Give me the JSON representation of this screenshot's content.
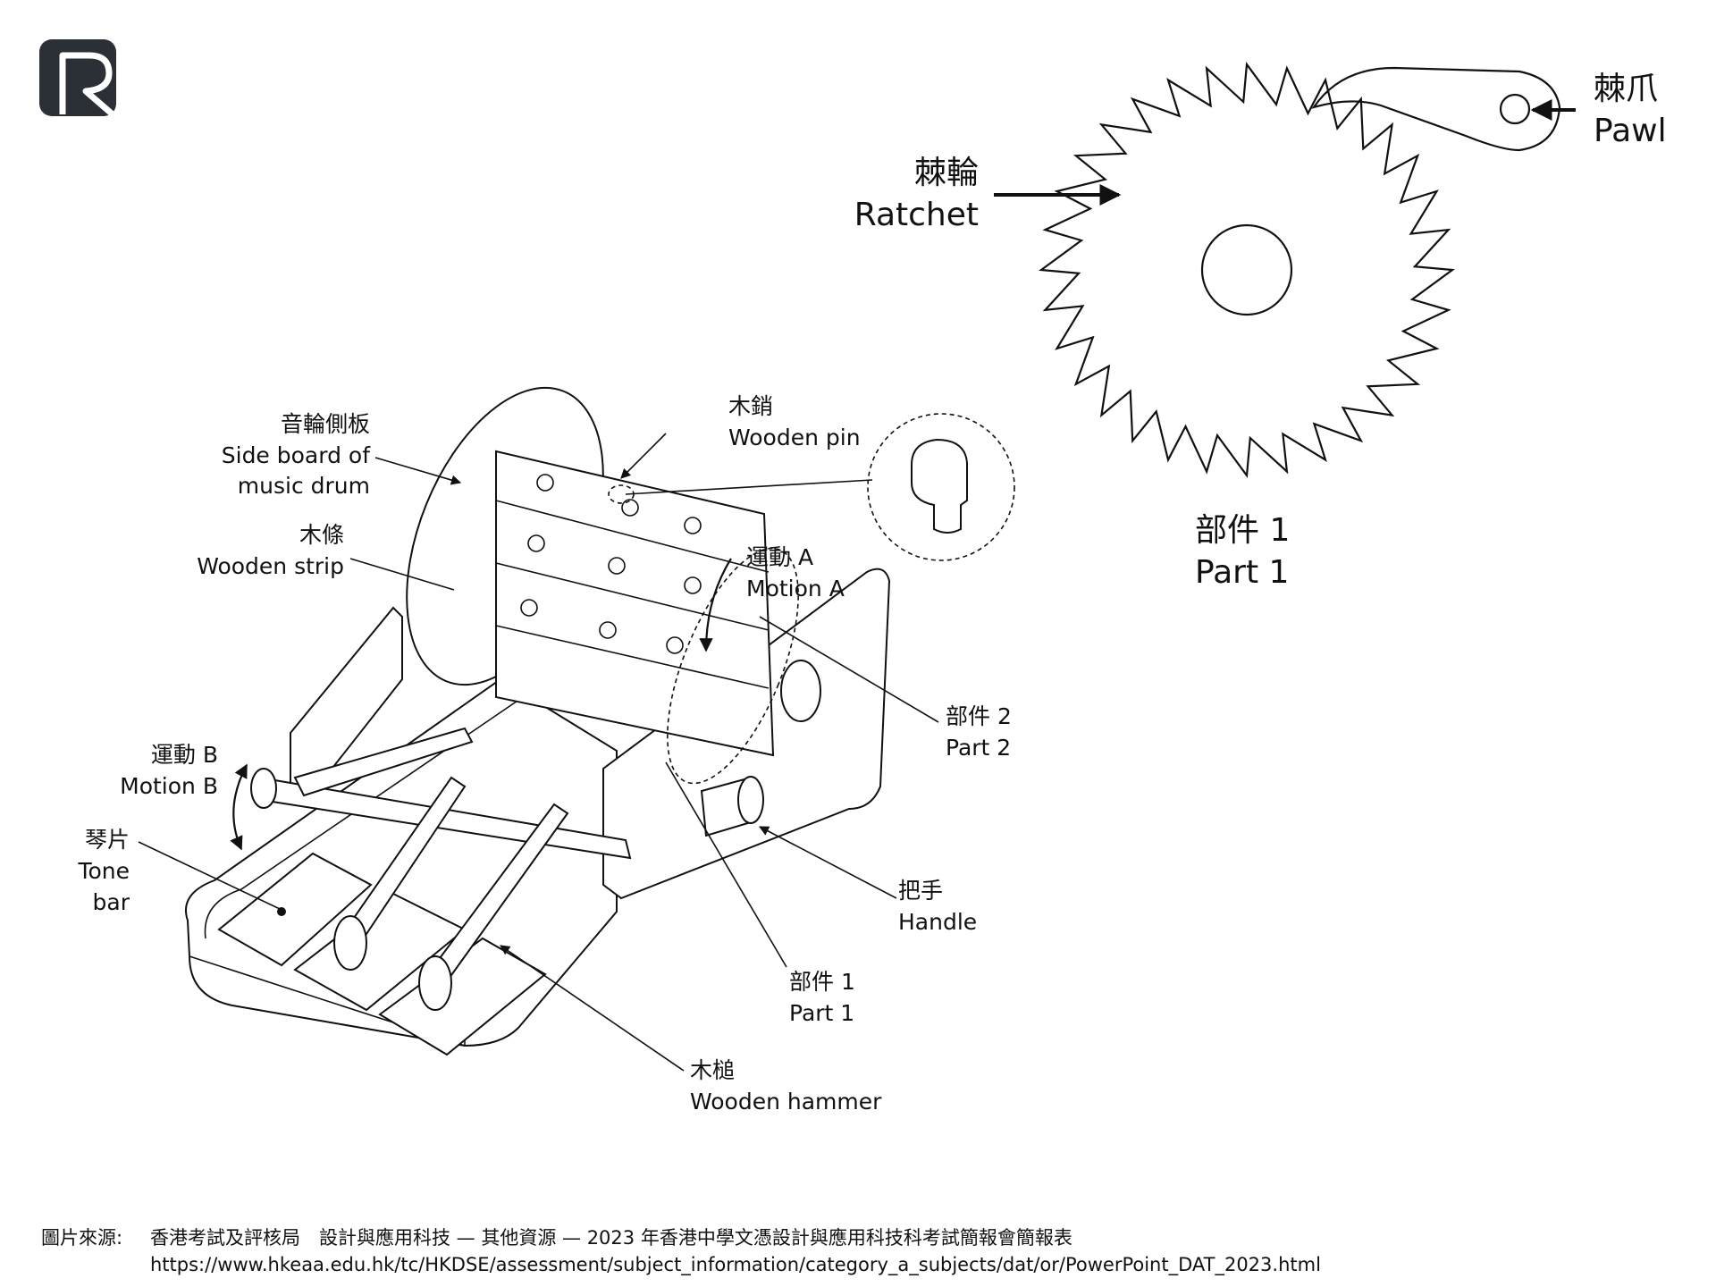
{
  "logo": {
    "name": "logo-icon"
  },
  "ratchet_diagram": {
    "ratchet": {
      "zh": "棘輪",
      "en": "Ratchet"
    },
    "pawl": {
      "zh": "棘爪",
      "en": "Pawl"
    },
    "part": {
      "zh": "部件 1",
      "en": "Part 1"
    }
  },
  "music_box": {
    "side_board": {
      "zh": "音輪側板",
      "en_line1": "Side board of",
      "en_line2": "music drum"
    },
    "wooden_pin": {
      "zh": "木銷",
      "en": "Wooden pin"
    },
    "wooden_strip": {
      "zh": "木條",
      "en": "Wooden strip"
    },
    "motion_a": {
      "zh": "運動 A",
      "en": "Motion A"
    },
    "part2": {
      "zh": "部件 2",
      "en": "Part 2"
    },
    "motion_b": {
      "zh": "運動 B",
      "en": "Motion B"
    },
    "tone_bar": {
      "zh": "琴片",
      "en_line1": "Tone",
      "en_line2": "bar"
    },
    "handle": {
      "zh": "把手",
      "en": "Handle"
    },
    "part1": {
      "zh": "部件 1",
      "en": "Part 1"
    },
    "wooden_hammer": {
      "zh": "木槌",
      "en": "Wooden hammer"
    }
  },
  "source": {
    "label": "圖片來源:",
    "text": "香港考試及評核局　設計與應用科技 — 其他資源 — 2023 年香港中學文憑設計與應用科技科考試簡報會簡報表",
    "url": "https://www.hkeaa.edu.hk/tc/HKDSE/assessment/subject_information/category_a_subjects/dat/or/PowerPoint_DAT_2023.html"
  }
}
